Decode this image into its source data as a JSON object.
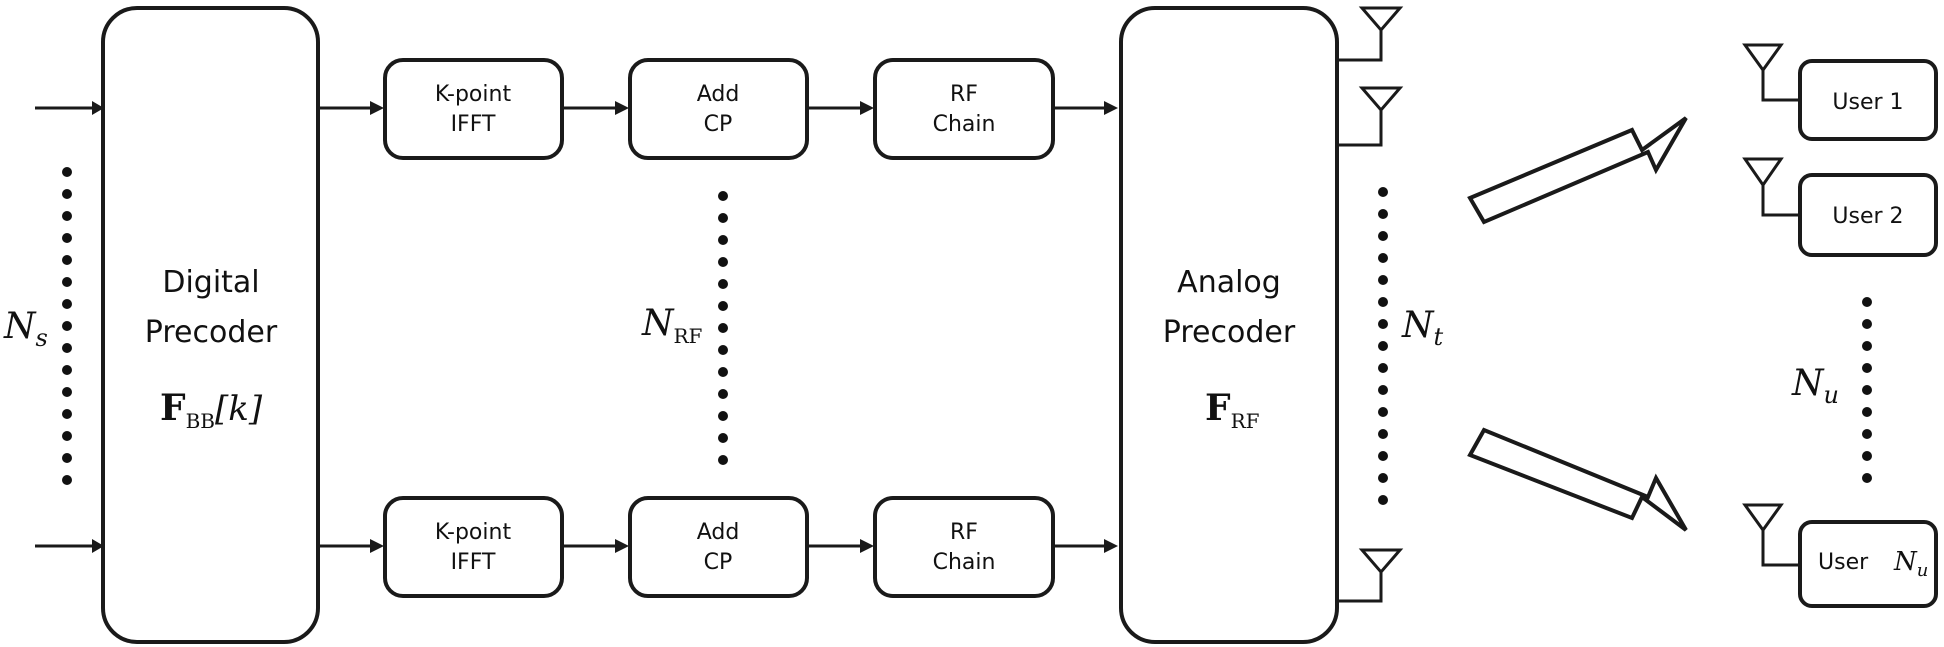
{
  "digital_precoder": {
    "line1": "Digital",
    "line2": "Precoder",
    "symbol": "F",
    "subscript": "BB",
    "arg": "[k]"
  },
  "analog_precoder": {
    "line1": "Analog",
    "line2": "Precoder",
    "symbol": "F",
    "subscript": "RF"
  },
  "chains": [
    {
      "ifft_line1": "K-point",
      "ifft_line2": "IFFT",
      "cp_line1": "Add",
      "cp_line2": "CP",
      "rf_line1": "RF",
      "rf_line2": "Chain"
    },
    {
      "ifft_line1": "K-point",
      "ifft_line2": "IFFT",
      "cp_line1": "Add",
      "cp_line2": "CP",
      "rf_line1": "RF",
      "rf_line2": "Chain"
    }
  ],
  "labels": {
    "ns_main": "N",
    "ns_sub": "s",
    "nrf_main": "N",
    "nrf_sub": "RF",
    "nt_main": "N",
    "nt_sub": "t",
    "nu_main": "N",
    "nu_sub": "u"
  },
  "users": [
    {
      "label": "User 1"
    },
    {
      "label": "User 2"
    },
    {
      "label": "User",
      "label_main": "N",
      "label_sub": "u"
    }
  ]
}
